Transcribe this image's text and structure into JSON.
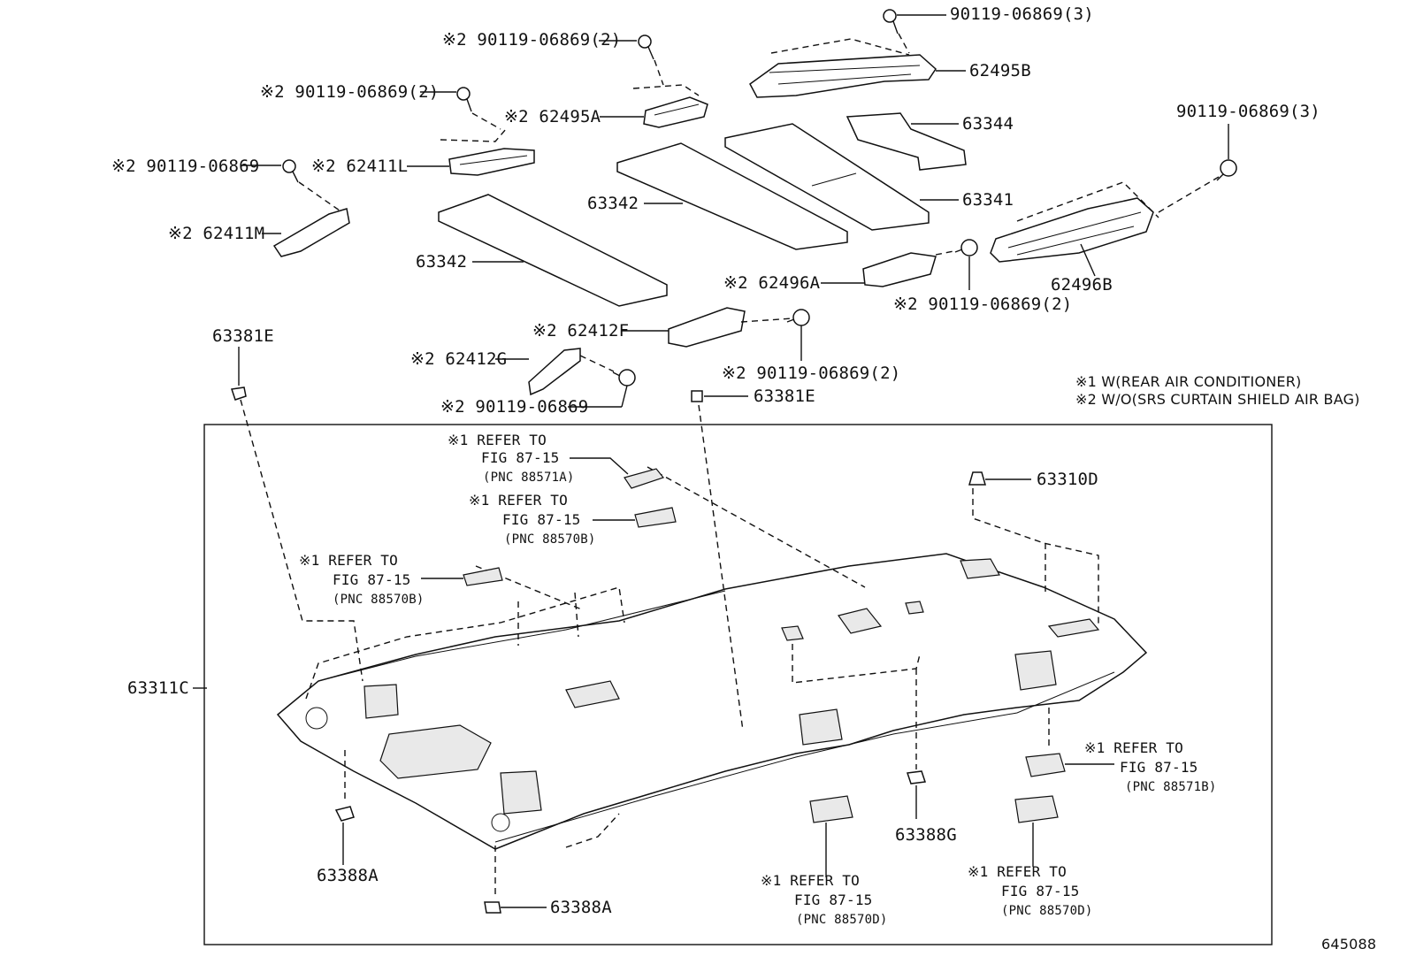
{
  "labels": {
    "p90119_3_top": "90119-06869(3)",
    "p90119_2_a": "※2 90119-06869(2)",
    "p90119_2_b": "※2 90119-06869(2)",
    "p90119_c": "※2 90119-06869",
    "p62495B": "62495B",
    "p62495A": "※2 62495A",
    "p63344": "63344",
    "p62411L": "※2 62411L",
    "p62411M": "※2 62411M",
    "p90119_3_right": "90119-06869(3)",
    "p63342_a": "63342",
    "p63342_b": "63342",
    "p63341": "63341",
    "p62496A": "※2 62496A",
    "p62496B": "62496B",
    "p90119_2_c": "※2 90119-06869(2)",
    "p63381E_a": "63381E",
    "p62412F": "※2 62412F",
    "p62412G": "※2 62412G",
    "p90119_2_d": "※2 90119-06869(2)",
    "p90119_d": "※2 90119-06869",
    "p63381E_b": "63381E",
    "p63310D": "63310D",
    "p63311C": "63311C",
    "p63388A_a": "63388A",
    "p63388A_b": "63388A",
    "p63388G": "63388G",
    "note1": "※1 W(REAR AIR CONDITIONER)",
    "note2": "※2 W/O(SRS CURTAIN SHIELD AIR BAG)",
    "figno": "645088"
  },
  "refs": {
    "r1": {
      "l1": "※1 REFER TO",
      "l2": "FIG 87-15",
      "l3": "(PNC 88571A)"
    },
    "r2": {
      "l1": "※1 REFER TO",
      "l2": "FIG 87-15",
      "l3": "(PNC 88570B)"
    },
    "r3": {
      "l1": "※1 REFER TO",
      "l2": "FIG 87-15",
      "l3": "(PNC 88570B)"
    },
    "r4": {
      "l1": "※1 REFER TO",
      "l2": "FIG 87-15",
      "l3": "(PNC 88571B)"
    },
    "r5": {
      "l1": "※1 REFER TO",
      "l2": "FIG 87-15",
      "l3": "(PNC 88570D)"
    },
    "r6": {
      "l1": "※1 REFER TO",
      "l2": "FIG 87-15",
      "l3": "(PNC 88570D)"
    }
  }
}
